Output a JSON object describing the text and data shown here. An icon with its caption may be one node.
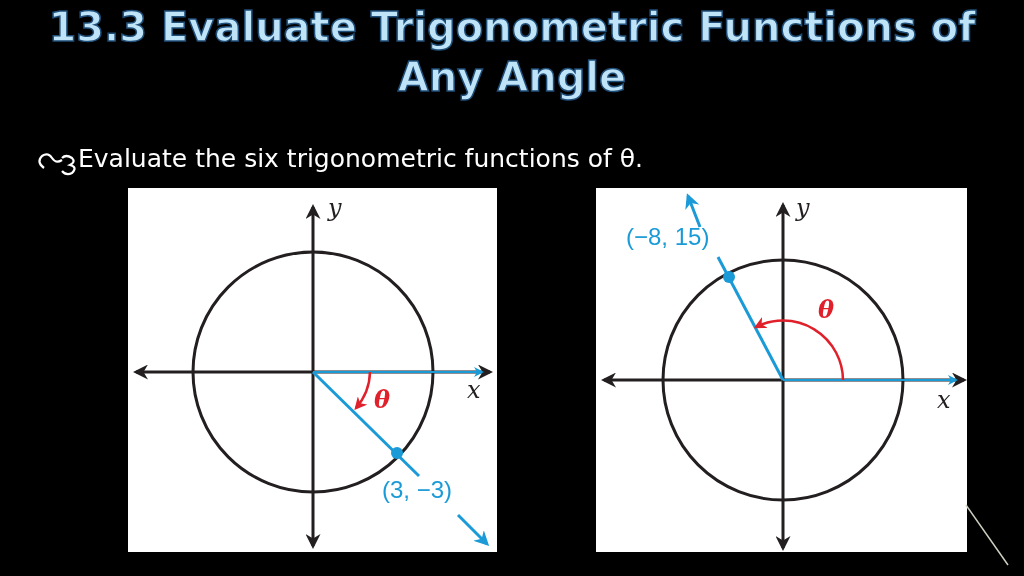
{
  "diagram": {
    "title": "13.3 Evaluate Trigonometric Functions of Any Angle",
    "labels": [
      "Evaluate the six trigonometric functions of θ.",
      "y",
      "x",
      "θ",
      "(3, −3)",
      "y",
      "x",
      "θ",
      "(−8, 15)"
    ]
  }
}
